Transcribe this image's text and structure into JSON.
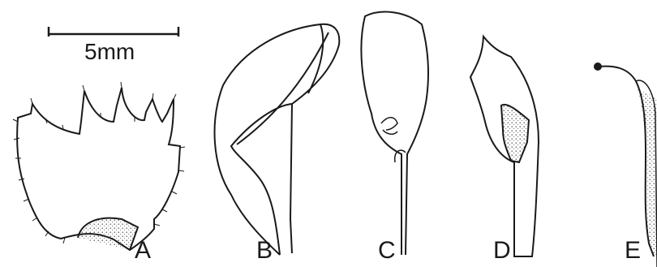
{
  "scale_bar": {
    "label": "5mm"
  },
  "panels": [
    {
      "label": "A"
    },
    {
      "label": "B"
    },
    {
      "label": "C"
    },
    {
      "label": "D"
    },
    {
      "label": "E"
    }
  ]
}
